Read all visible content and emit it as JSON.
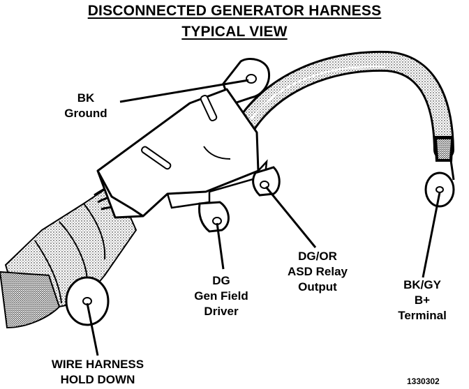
{
  "title_line_1": "DISCONNECTED GENERATOR HARNESS",
  "title_line_2": "TYPICAL VIEW",
  "labels": {
    "bk_ground": [
      "BK",
      "Ground"
    ],
    "dg_gen_field_driver": [
      "DG",
      "Gen Field",
      "Driver"
    ],
    "dgor_asd_relay_output": [
      "DG/OR",
      "ASD Relay",
      "Output"
    ],
    "bkgy_b_terminal": [
      "BK/GY",
      "B+",
      "Terminal"
    ],
    "wire_harness_hold_down": [
      "WIRE HARNESS",
      "HOLD DOWN"
    ]
  },
  "figure_number": "1330302"
}
